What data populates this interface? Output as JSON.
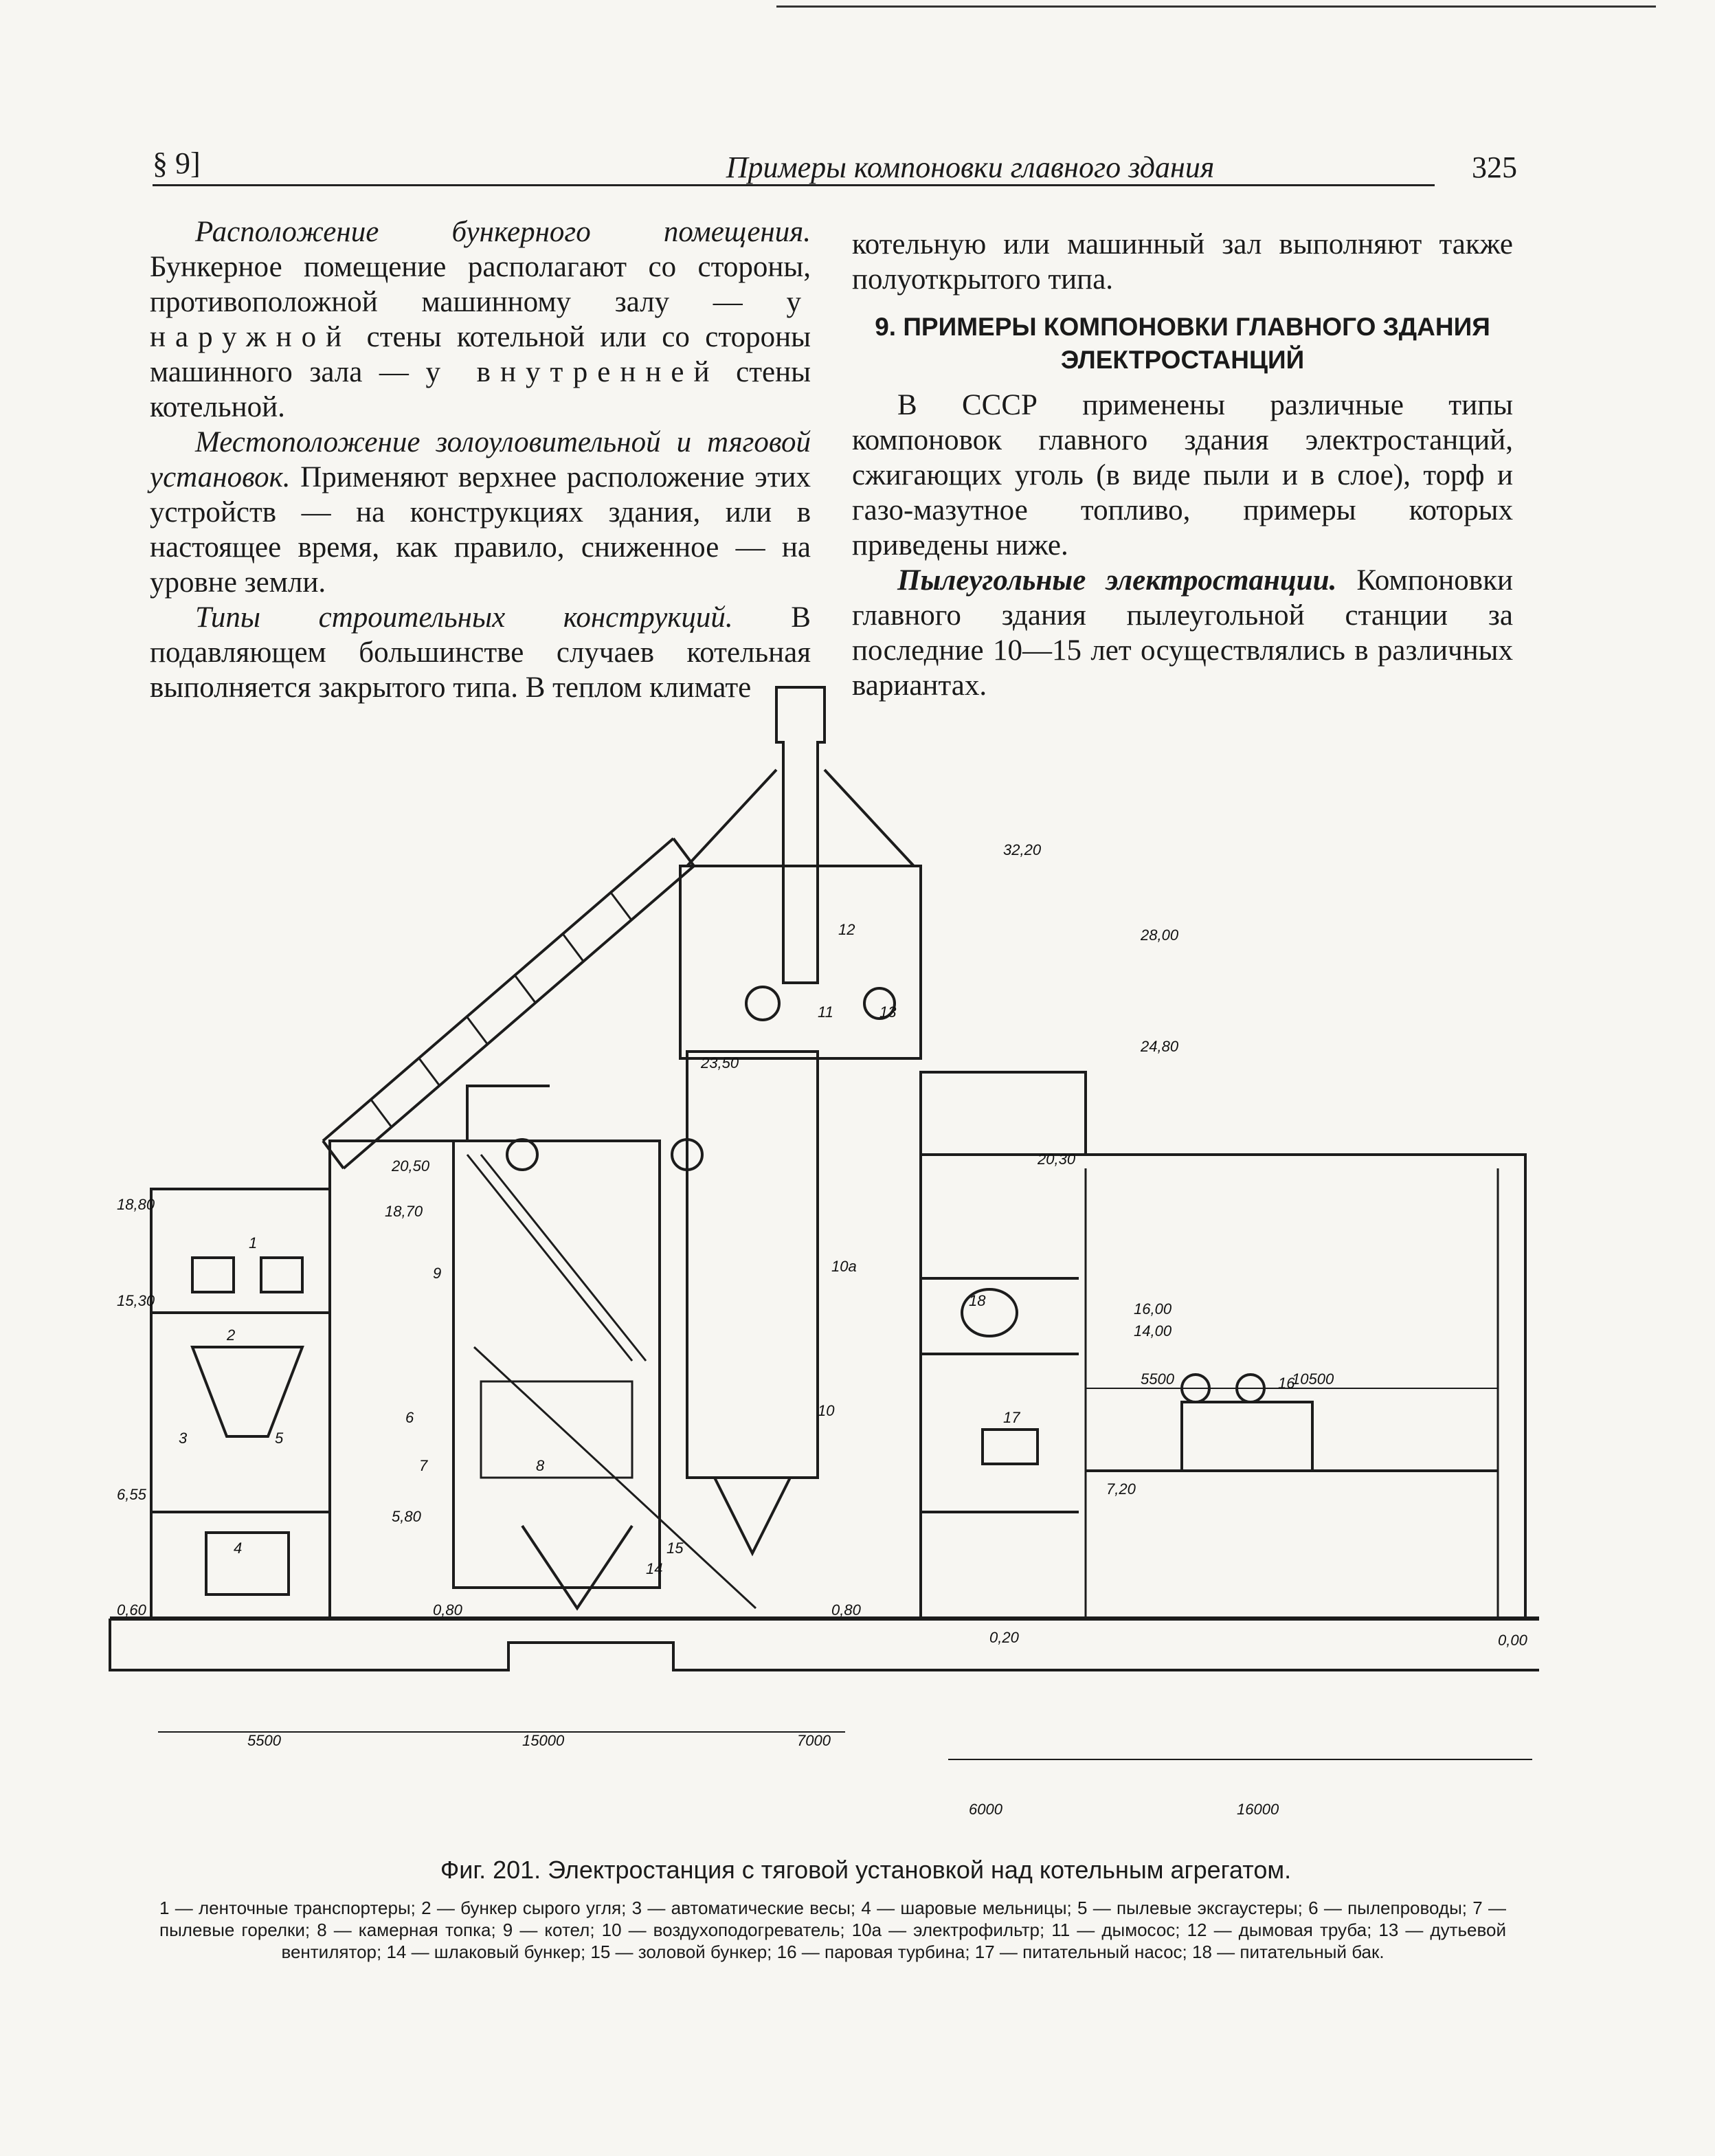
{
  "header": {
    "section": "§ 9]",
    "running_title": "Примеры компоновки главного здания",
    "page_number": "325"
  },
  "left_column": {
    "p1_title": "Расположение бункерного помещения.",
    "p1_a": " Бункерное помещение располагают со стороны, противоположной машинному залу — ",
    "p1_em1": "у наружной",
    "p1_b": " стены котельной или со стороны машинного зала — ",
    "p1_em2": "у внутренней",
    "p1_c": " стены котельной.",
    "p2_title": "Местоположение золоуловительной и тяговой установок.",
    "p2_body": " Применяют верхнее расположение этих устройств — на конструкциях здания, или в настоящее время, как правило, сниженное — на уровне земли.",
    "p3_title": "Типы строительных конструкций.",
    "p3_body": " В подавляющем большинстве случаев котельная выполняется закрытого типа. В теплом климате"
  },
  "right_column": {
    "p0": "котельную или машинный зал выполняют также полуоткрытого типа.",
    "heading": "9. ПРИМЕРЫ КОМПОНОВКИ ГЛАВНОГО ЗДАНИЯ ЭЛЕКТРОСТАНЦИЙ",
    "p1": "В СССР применены различные типы компоновок главного здания электростанций, сжигающих уголь (в виде пыли и в слое), торф и газо-мазутное топливо, примеры которых приведены ниже.",
    "p2_title": "Пылеугольные электростанции.",
    "p2_body": " Компоновки главного здания пылеугольной станции за последние 10—15 лет осуществлялись в различных вариантах."
  },
  "figure": {
    "elevations": [
      "32,20",
      "28,00",
      "24,80",
      "23,50",
      "20,50",
      "20,30",
      "18,80",
      "18,70",
      "16,00",
      "15,30",
      "14,00",
      "7,20",
      "6,55",
      "5,80",
      "0,80",
      "0,80",
      "0,60",
      "0,20",
      "0,00"
    ],
    "dims_bottom": [
      "5500",
      "15000",
      "7000"
    ],
    "dims_bottom2": [
      "6000",
      "16000"
    ],
    "dims_right": [
      "5500",
      "10500"
    ],
    "callouts": [
      "1",
      "2",
      "3",
      "4",
      "5",
      "6",
      "7",
      "8",
      "9",
      "10",
      "10а",
      "11",
      "12",
      "13",
      "14",
      "15",
      "16",
      "17",
      "18"
    ],
    "caption": "Фиг. 201. Электростанция с тяговой установкой над котельным агрегатом.",
    "legend": "1 — ленточные транспортеры; 2 — бункер сырого угля; 3 — автоматические весы; 4 — шаровые мельницы; 5 — пылевые эксгаустеры; 6 — пылепроводы; 7 — пылевые горелки; 8 — камерная топка; 9 — котел; 10 — воздухоподогреватель; 10а — электрофильтр; 11 — дымосос; 12 — дымовая труба; 13 — дутьевой вентилятор; 14 — шлаковый бункер; 15 — золовой бункер; 16 — паровая турбина; 17 — питательный насос; 18 — питательный бак."
  }
}
